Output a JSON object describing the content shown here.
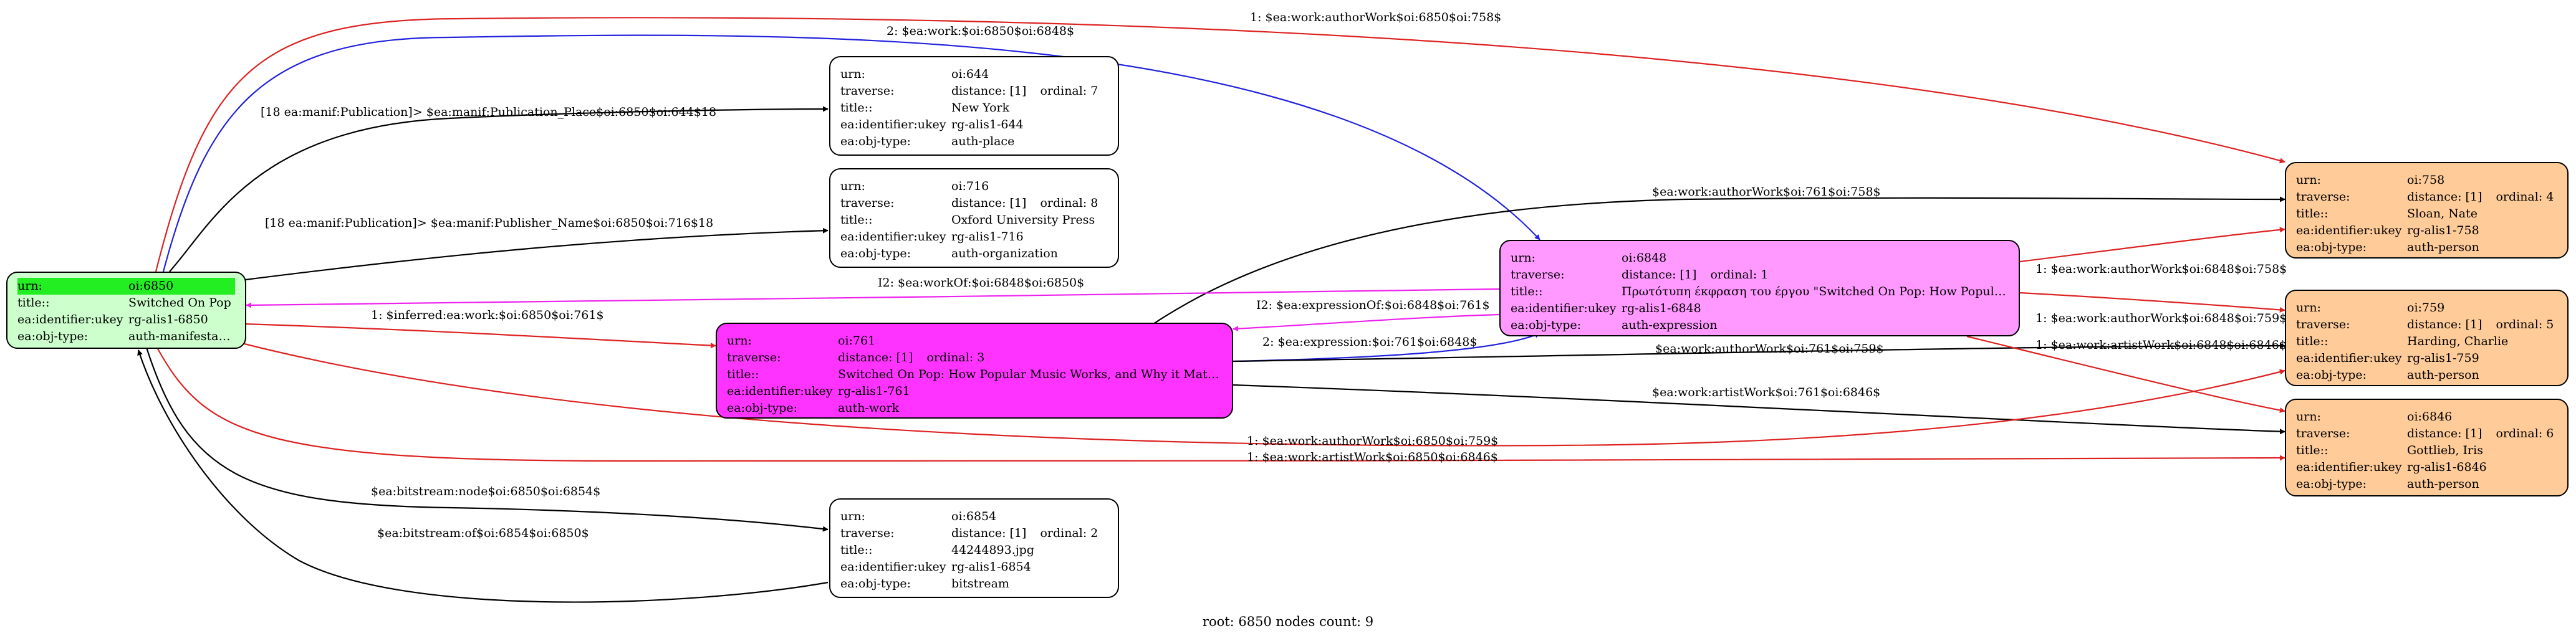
{
  "nodes": {
    "n6850": {
      "urn": "oi:6850",
      "title": "Switched On Pop",
      "ukey": "rg-alis1-6850",
      "objtype": "auth-manifestation"
    },
    "n644": {
      "urn": "oi:644",
      "traverse": "distance: [1]",
      "ordinal": "ordinal: 7",
      "title": "New York",
      "ukey": "rg-alis1-644",
      "objtype": "auth-place"
    },
    "n716": {
      "urn": "oi:716",
      "traverse": "distance: [1]",
      "ordinal": "ordinal: 8",
      "title": "Oxford University Press",
      "ukey": "rg-alis1-716",
      "objtype": "auth-organization"
    },
    "n6854": {
      "urn": "oi:6854",
      "traverse": "distance: [1]",
      "ordinal": "ordinal: 2",
      "title": "44244893.jpg",
      "ukey": "rg-alis1-6854",
      "objtype": "bitstream"
    },
    "n761": {
      "urn": "oi:761",
      "traverse": "distance: [1]",
      "ordinal": "ordinal: 3",
      "title": "Switched On Pop: How Popular Music Works, and Why it Matte...",
      "ukey": "rg-alis1-761",
      "objtype": "auth-work"
    },
    "n6848": {
      "urn": "oi:6848",
      "traverse": "distance: [1]",
      "ordinal": "ordinal: 1",
      "title": "Πρωτότυπη έκφραση του έργου \"Switched On Pop: How Popular ...",
      "ukey": "rg-alis1-6848",
      "objtype": "auth-expression"
    },
    "n758": {
      "urn": "oi:758",
      "traverse": "distance: [1]",
      "ordinal": "ordinal: 4",
      "title": "Sloan, Nate",
      "ukey": "rg-alis1-758",
      "objtype": "auth-person"
    },
    "n759": {
      "urn": "oi:759",
      "traverse": "distance: [1]",
      "ordinal": "ordinal: 5",
      "title": "Harding, Charlie",
      "ukey": "rg-alis1-759",
      "objtype": "auth-person"
    },
    "n6846": {
      "urn": "oi:6846",
      "traverse": "distance: [1]",
      "ordinal": "ordinal: 6",
      "title": "Gottlieb, Iris",
      "ukey": "rg-alis1-6846",
      "objtype": "auth-person"
    }
  },
  "field_labels": {
    "urn": "urn:",
    "traverse": "traverse:",
    "title": "title::",
    "ukey": "ea:identifier:ukey",
    "objtype": "ea:obj-type:"
  },
  "edges": [
    {
      "label": "1: $ea:work:authorWork$oi:6850$oi:758$",
      "color": "#dd2222"
    },
    {
      "label": "2: $ea:work:$oi:6850$oi:6848$",
      "color": "#2222dd"
    },
    {
      "label": "[18 ea:manif:Publication]> $ea:manif:Publication_Place$oi:6850$oi:644$18",
      "color": "#000000"
    },
    {
      "label": "[18 ea:manif:Publication]> $ea:manif:Publisher_Name$oi:6850$oi:716$18",
      "color": "#000000"
    },
    {
      "label": "$ea:work:authorWork$oi:761$oi:758$",
      "color": "#000000"
    },
    {
      "label": "1: $ea:work:authorWork$oi:6848$oi:758$",
      "color": "#dd2222"
    },
    {
      "label": "I2: $ea:workOf:$oi:6848$oi:6850$",
      "color": "#ee22ee"
    },
    {
      "label": "I2: $ea:expressionOf:$oi:6848$oi:761$",
      "color": "#ee22ee"
    },
    {
      "label": "1: $inferred:ea:work:$oi:6850$oi:761$",
      "color": "#dd2222"
    },
    {
      "label": "2: $ea:expression:$oi:761$oi:6848$",
      "color": "#2222dd"
    },
    {
      "label": "1: $ea:work:authorWork$oi:6848$oi:759$",
      "color": "#dd2222"
    },
    {
      "label": "$ea:work:authorWork$oi:761$oi:759$",
      "color": "#000000"
    },
    {
      "label": "1: $ea:work:artistWork$oi:6848$oi:6846$",
      "color": "#dd2222"
    },
    {
      "label": "$ea:work:artistWork$oi:761$oi:6846$",
      "color": "#000000"
    },
    {
      "label": "1: $ea:work:authorWork$oi:6850$oi:759$",
      "color": "#dd2222"
    },
    {
      "label": "1: $ea:work:artistWork$oi:6850$oi:6846$",
      "color": "#dd2222"
    },
    {
      "label": "$ea:bitstream:node$oi:6850$oi:6854$",
      "color": "#000000"
    },
    {
      "label": "$ea:bitstream:of$oi:6854$oi:6850$",
      "color": "#000000"
    }
  ],
  "footer": "root: 6850 nodes count: 9"
}
